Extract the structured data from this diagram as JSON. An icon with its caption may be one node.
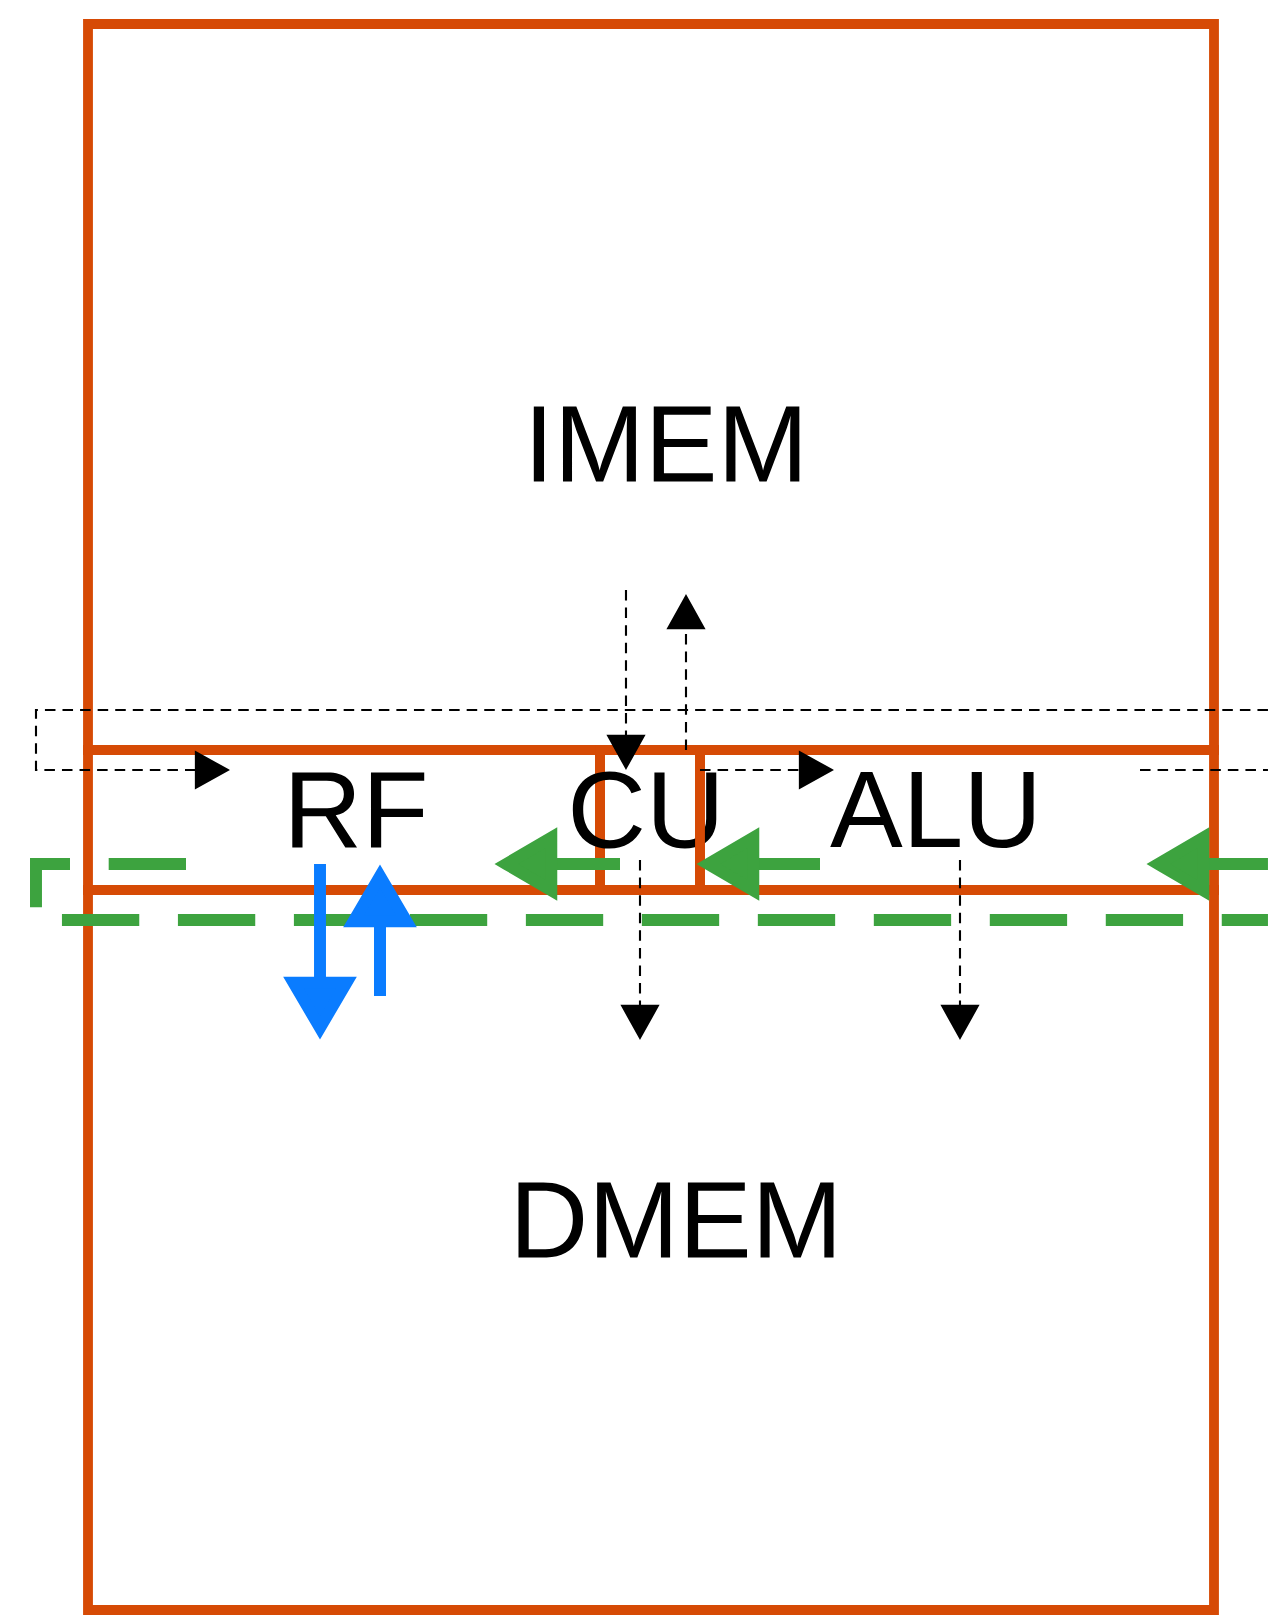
{
  "diagram": {
    "nodes": [
      {
        "text": [
          "IMEM"
        ]
      },
      {
        "text": [
          "RF"
        ]
      },
      {
        "text": [
          "CU"
        ]
      },
      {
        "text": [
          "ALU"
        ]
      },
      {
        "text": [
          "DMEM"
        ]
      }
    ],
    "edges": [
      {
        "from": 0,
        "to": 2,
        "arrow": "to",
        "style": "dashed"
      },
      {
        "from": 2,
        "to": 0,
        "arrow": "to",
        "style": "dashed"
      },
      {
        "from": null,
        "to": 1,
        "arrow": "to",
        "style": "dashed"
      },
      {
        "from": 2,
        "to": 3,
        "arrow": "to",
        "style": "dashed"
      },
      {
        "from": 3,
        "to": null,
        "arrow": "none",
        "style": "dashed"
      },
      {
        "from": 2,
        "to": 4,
        "arrow": "to",
        "style": "dashed"
      },
      {
        "from": 3,
        "to": 4,
        "arrow": "to",
        "style": "dashed"
      },
      {
        "from": null,
        "to": 3,
        "arrow": "to",
        "style": "thick",
        "color": "#3da33f"
      },
      {
        "from": 3,
        "to": 2,
        "arrow": "to",
        "style": "thick",
        "color": "#3da33f"
      },
      {
        "from": 2,
        "to": 1,
        "arrow": "to",
        "style": "thick",
        "color": "#3da33f"
      },
      {
        "from": 1,
        "to": null,
        "arrow": "none",
        "style": "dashed",
        "color": "#3da33f"
      },
      {
        "from": 1,
        "to": 4,
        "arrow": "to",
        "style": "thick",
        "color": "#0a7cff"
      },
      {
        "from": 4,
        "to": 1,
        "arrow": "to",
        "style": "thick",
        "color": "#0a7cff"
      }
    ]
  }
}
